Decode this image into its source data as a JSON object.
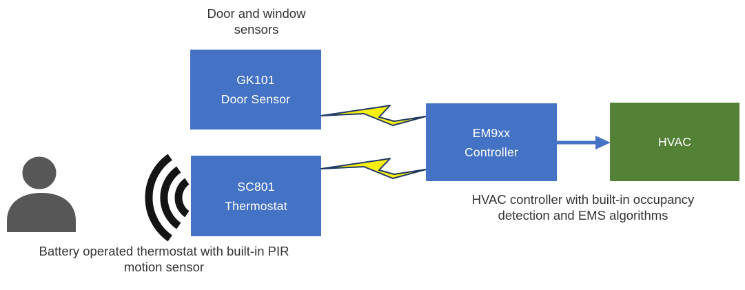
{
  "nodes": {
    "gk101": {
      "line1": "GK101",
      "line2": "Door Sensor"
    },
    "sc801": {
      "line1": "SC801",
      "line2": "Thermostat"
    },
    "em9xx": {
      "line1": "EM9xx",
      "line2": "Controller"
    },
    "hvac": {
      "line1": "HVAC"
    }
  },
  "captions": {
    "door_window": {
      "line1": "Door and window",
      "line2": "sensors"
    },
    "thermostat": {
      "line1": "Battery operated thermostat with built-in PIR",
      "line2": "motion sensor"
    },
    "hvac_controller": {
      "line1": "HVAC controller with built-in occupancy",
      "line2": "detection and EMS algorithms"
    }
  },
  "icons": {
    "person": "person-icon",
    "signal_waves": "signal-waves-icon",
    "lightning_top": "lightning-bolt-icon",
    "lightning_bottom": "lightning-bolt-icon",
    "arrow": "arrow-right-icon"
  },
  "connections": [
    {
      "from": "GK101 Door Sensor",
      "to": "EM9xx Controller",
      "style": "lightning-bolt"
    },
    {
      "from": "SC801 Thermostat",
      "to": "EM9xx Controller",
      "style": "lightning-bolt"
    },
    {
      "from": "EM9xx Controller",
      "to": "HVAC",
      "style": "arrow"
    }
  ],
  "colors": {
    "node_blue": "#4472C4",
    "node_green": "#538135",
    "bolt_fill": "#F7EE12",
    "bolt_outline": "#1F3864",
    "arrow": "#4472C4",
    "person_gray": "#575757",
    "waves_black": "#141414",
    "text": "#333333",
    "background": "#FFFFFF"
  }
}
